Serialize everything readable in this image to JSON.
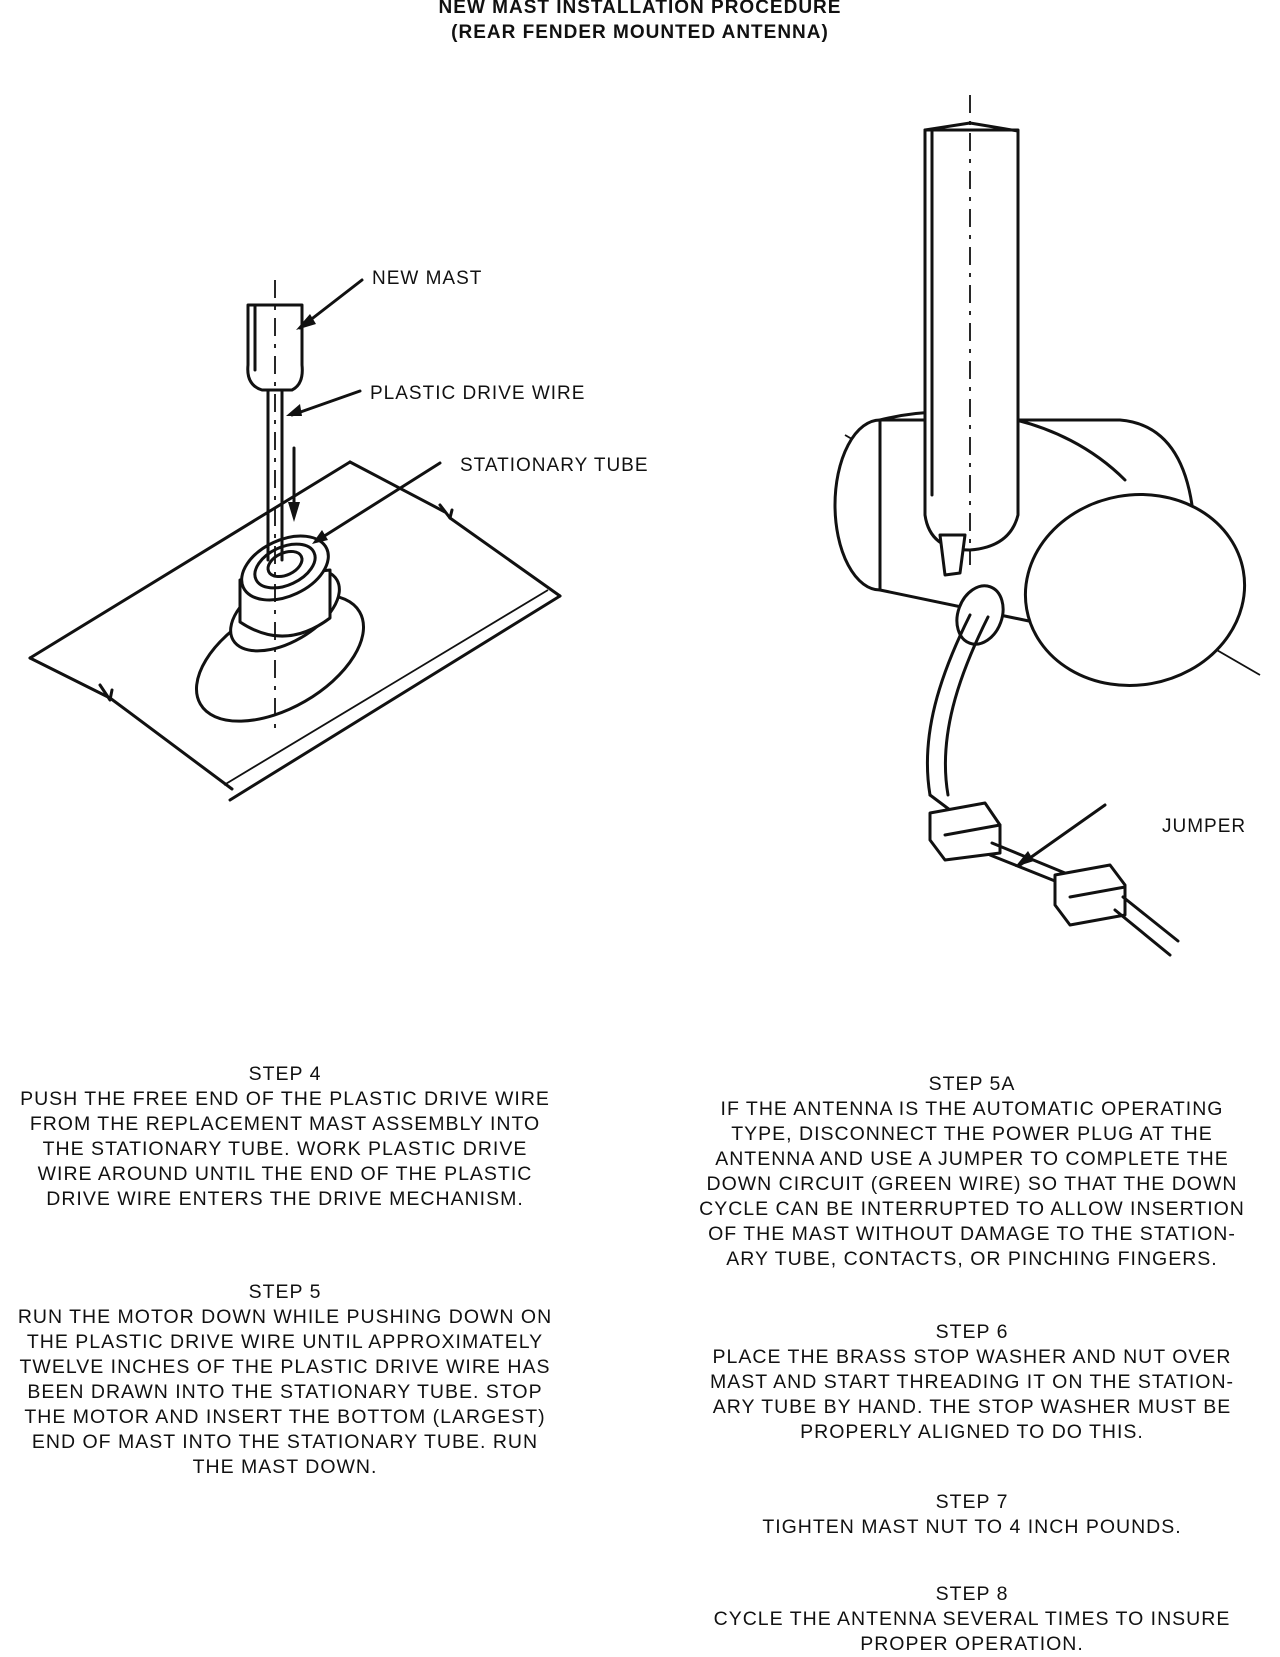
{
  "header": {
    "title_line1": "NEW MAST INSTALLATION PROCEDURE",
    "title_line2": "(REAR FENDER MOUNTED ANTENNA)"
  },
  "figure_left": {
    "labels": {
      "new_mast": "NEW MAST",
      "plastic_drive_wire": "PLASTIC DRIVE WIRE",
      "stationary_tube": "STATIONARY TUBE"
    }
  },
  "figure_right": {
    "labels": {
      "jumper": "JUMPER"
    }
  },
  "steps": {
    "step4": {
      "title": "STEP 4",
      "body": "PUSH THE FREE END OF THE PLASTIC DRIVE WIRE\nFROM THE REPLACEMENT MAST ASSEMBLY INTO\nTHE STATIONARY TUBE. WORK PLASTIC DRIVE\nWIRE AROUND UNTIL THE END OF THE PLASTIC\nDRIVE WIRE ENTERS THE DRIVE MECHANISM."
    },
    "step5": {
      "title": "STEP 5",
      "body": "RUN THE MOTOR DOWN WHILE PUSHING DOWN ON\nTHE PLASTIC DRIVE WIRE UNTIL APPROXIMATELY\nTWELVE INCHES OF THE PLASTIC DRIVE WIRE HAS\nBEEN DRAWN INTO THE STATIONARY TUBE. STOP\nTHE MOTOR AND INSERT THE BOTTOM (LARGEST)\nEND OF MAST INTO THE STATIONARY TUBE. RUN\nTHE MAST DOWN."
    },
    "step5a": {
      "title": "STEP 5A",
      "body": "IF THE ANTENNA IS THE AUTOMATIC OPERATING\nTYPE, DISCONNECT THE POWER PLUG AT THE\nANTENNA AND USE A JUMPER TO COMPLETE THE\nDOWN CIRCUIT (GREEN WIRE) SO THAT THE DOWN\nCYCLE CAN BE INTERRUPTED TO ALLOW INSERTION\nOF THE MAST WITHOUT DAMAGE TO THE STATION-\nARY TUBE, CONTACTS, OR PINCHING FINGERS."
    },
    "step6": {
      "title": "STEP 6",
      "body": "PLACE THE BRASS STOP WASHER AND NUT OVER\nMAST AND START THREADING IT ON THE STATION-\nARY TUBE BY HAND. THE STOP WASHER MUST BE\nPROPERLY ALIGNED TO DO THIS."
    },
    "step7": {
      "title": "STEP 7",
      "body": "TIGHTEN MAST NUT TO 4 INCH POUNDS."
    },
    "step8": {
      "title": "STEP 8",
      "body": "CYCLE THE ANTENNA SEVERAL TIMES TO INSURE\nPROPER OPERATION."
    }
  }
}
